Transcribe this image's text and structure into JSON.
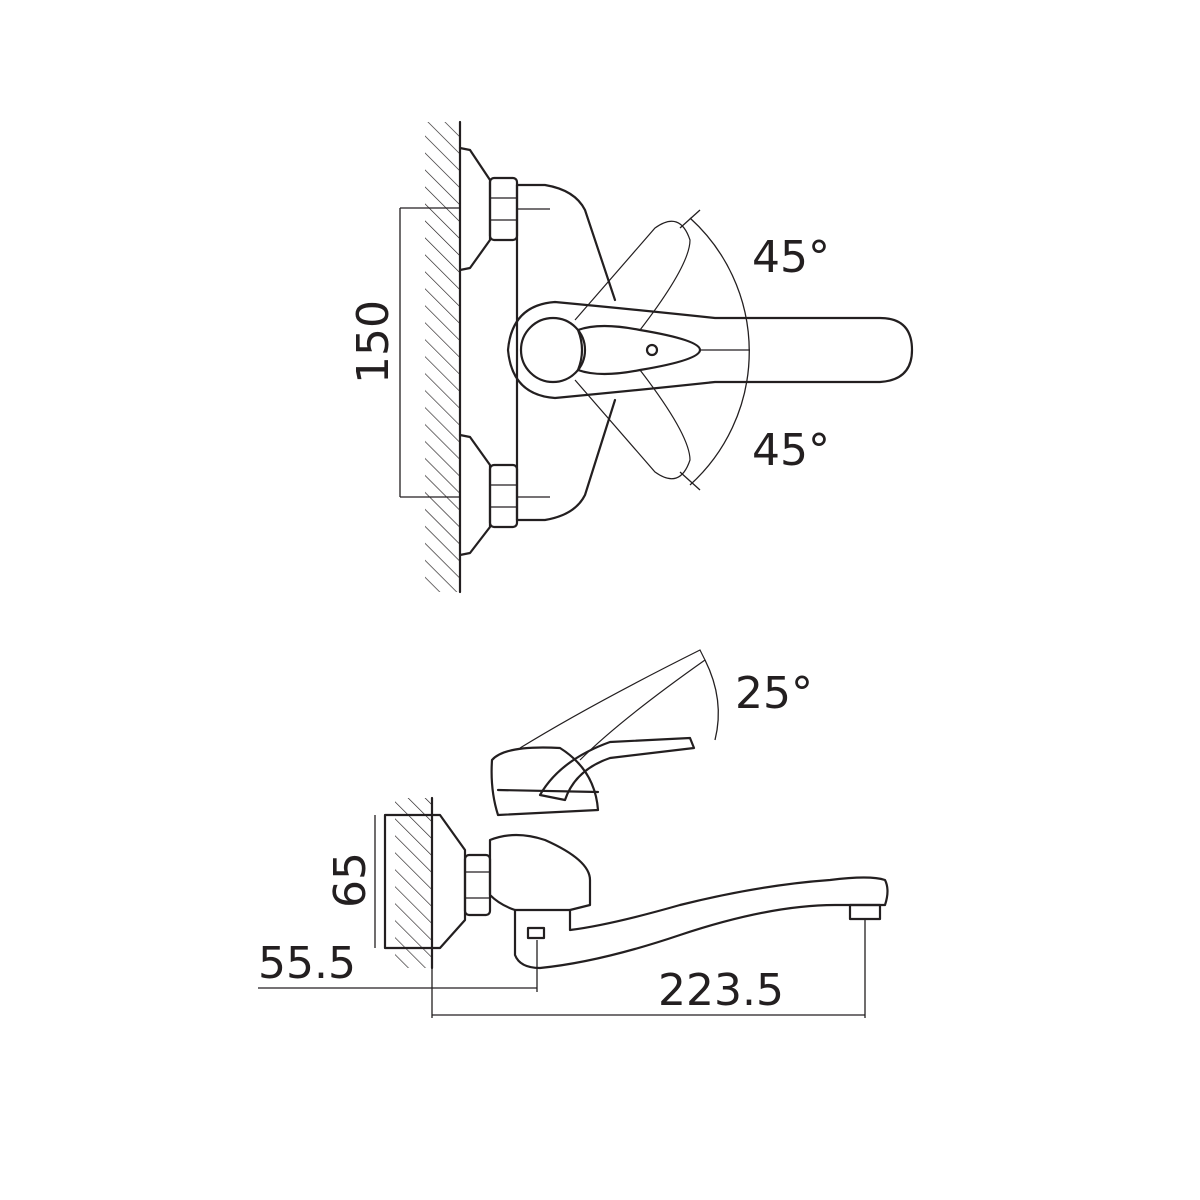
{
  "top_view": {
    "angle_up_label": "45°",
    "angle_down_label": "45°",
    "height_label": "150"
  },
  "side_view": {
    "lever_angle_label": "25°",
    "height_label": "65",
    "offset_label": "55.5",
    "reach_label": "223.5"
  }
}
